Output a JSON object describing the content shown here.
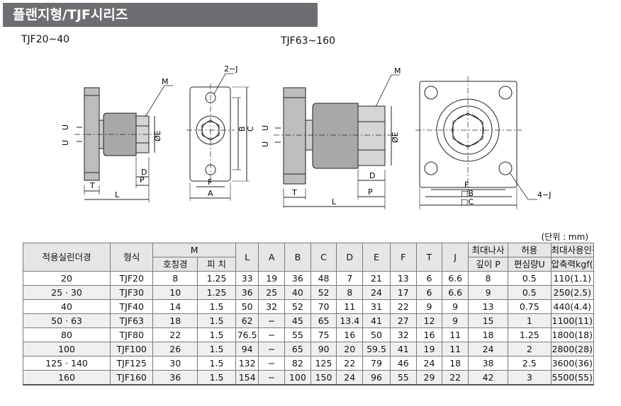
{
  "header": {
    "title": "플랜지형/TJF시리즈"
  },
  "drawing_left": {
    "title": "TJF20~40",
    "labels": {
      "m": "M",
      "two_j": "2−J",
      "u1": "U",
      "u2": "U",
      "e": "ØE",
      "b": "B",
      "c": "C",
      "d": "D",
      "t": "T",
      "l": "L",
      "p": "P",
      "f": "F",
      "a": "A"
    }
  },
  "drawing_right": {
    "title": "TJF63~160",
    "labels": {
      "m": "M",
      "u1": "U",
      "u2": "U",
      "e": "ØE",
      "d": "D",
      "t": "T",
      "l": "L",
      "p": "P",
      "f": "F",
      "four_j": "4−J",
      "b": "□B",
      "c": "□C"
    }
  },
  "unit_note": "(단위 : mm)",
  "table": {
    "headers": {
      "cylinder": "적용실린더경",
      "model": "형식",
      "m": "M",
      "m_nominal": "호칭경",
      "m_pitch": "피 치",
      "l": "L",
      "a": "A",
      "b": "B",
      "c": "C",
      "d": "D",
      "e": "E",
      "f": "F",
      "t": "T",
      "j": "J",
      "max_thread_1": "최대나사",
      "max_thread_2": "깊이 P",
      "allow_1": "허용",
      "allow_2": "편심량U",
      "max_load_1": "최대사용인장",
      "max_load_2": "압축력kgf(KN)"
    },
    "rows": [
      [
        "20",
        "TJF20",
        "8",
        "1.25",
        "33",
        "19",
        "36",
        "48",
        "7",
        "21",
        "13",
        "6",
        "6.6",
        "8",
        "0.5",
        "110(1.1)"
      ],
      [
        "25 · 30",
        "TJF30",
        "10",
        "1.25",
        "36",
        "25",
        "40",
        "52",
        "8",
        "24",
        "17",
        "6",
        "6.6",
        "9",
        "0.5",
        "250(2.5)"
      ],
      [
        "40",
        "TJF40",
        "14",
        "1.5",
        "50",
        "32",
        "52",
        "70",
        "11",
        "31",
        "22",
        "9",
        "9",
        "13",
        "0.75",
        "440(4.4)"
      ],
      [
        "50 · 63",
        "TJF63",
        "18",
        "1.5",
        "62",
        "−",
        "45",
        "65",
        "13.4",
        "41",
        "27",
        "12",
        "9",
        "15",
        "1",
        "1100(11)"
      ],
      [
        "80",
        "TJF80",
        "22",
        "1.5",
        "76.5",
        "−",
        "55",
        "75",
        "16",
        "50",
        "32",
        "16",
        "11",
        "18",
        "1.25",
        "1800(18)"
      ],
      [
        "100",
        "TJF100",
        "26",
        "1.5",
        "94",
        "−",
        "65",
        "90",
        "20",
        "59.5",
        "41",
        "19",
        "11",
        "24",
        "2",
        "2800(28)"
      ],
      [
        "125 · 140",
        "TJF125",
        "30",
        "1.5",
        "132",
        "−",
        "82",
        "125",
        "22",
        "79",
        "46",
        "24",
        "18",
        "38",
        "2.5",
        "3600(36)"
      ],
      [
        "160",
        "TJF160",
        "36",
        "1.5",
        "154",
        "−",
        "100",
        "150",
        "24",
        "96",
        "55",
        "29",
        "22",
        "42",
        "3",
        "5500(55)"
      ]
    ]
  }
}
